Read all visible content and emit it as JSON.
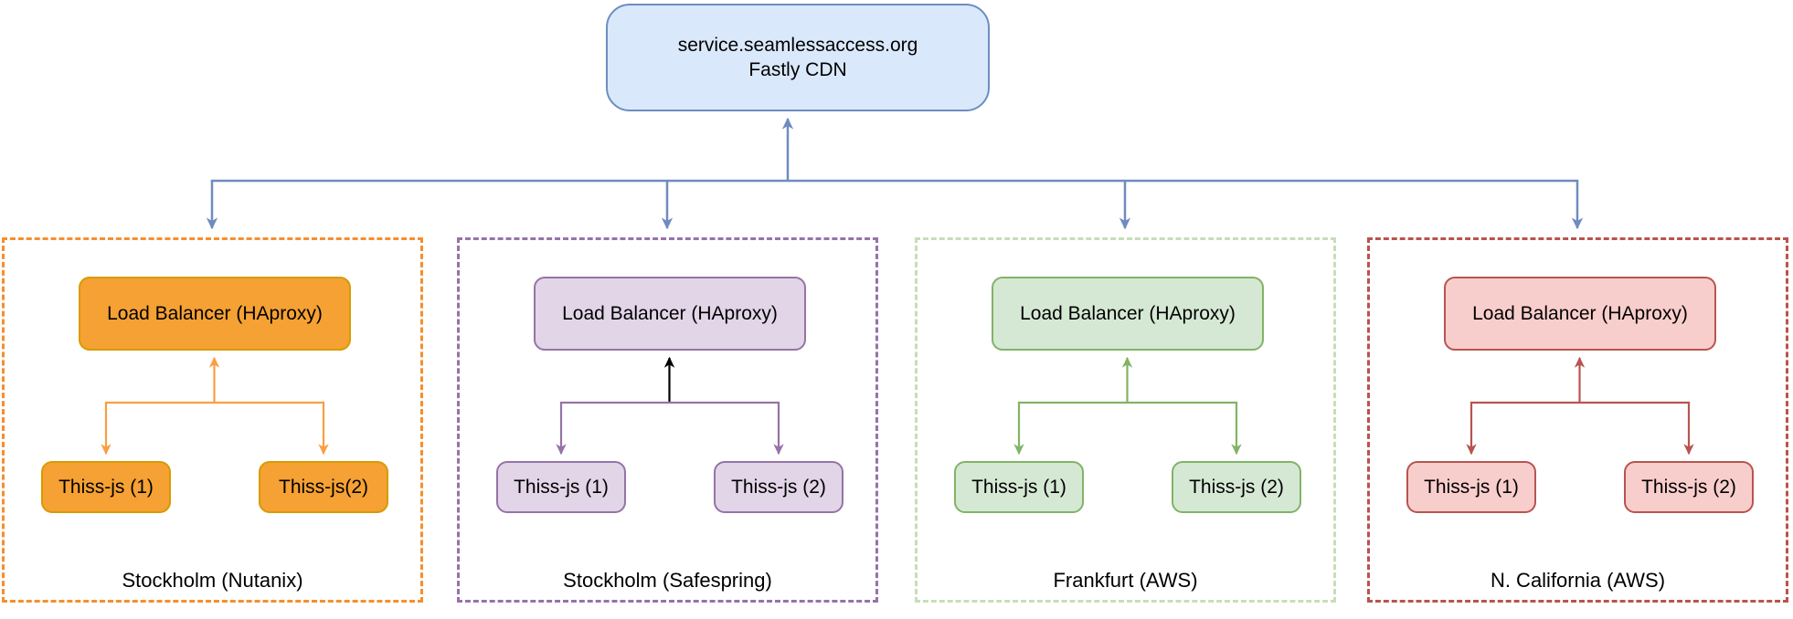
{
  "diagram": {
    "cdn": {
      "line1": "service.seamlessaccess.org",
      "line2": "Fastly CDN",
      "fill": "#DAE8FC",
      "stroke": "#6C8EBF"
    },
    "arrow_tree_color": "#6F8CC0",
    "regions": [
      {
        "name": "Stockholm (Nutanix)",
        "load_balancer": "Load Balancer (HAproxy)",
        "nodes": [
          "Thiss-js (1)",
          "Thiss-js(2)"
        ],
        "colors": {
          "fill": "#F5A133",
          "stroke": "#D79B00",
          "dashed_border": "#F78E2C",
          "arrows": "#FA9E42"
        }
      },
      {
        "name": "Stockholm (Safespring)",
        "load_balancer": "Load Balancer (HAproxy)",
        "nodes": [
          "Thiss-js (1)",
          "Thiss-js (2)"
        ],
        "colors": {
          "fill": "#E1D5E7",
          "stroke": "#9673A6",
          "dashed_border": "#9673A6",
          "arrows": "#9673A6",
          "stem_arrow": "#000000"
        }
      },
      {
        "name": "Frankfurt (AWS)",
        "load_balancer": "Load Balancer (HAproxy)",
        "nodes": [
          "Thiss-js (1)",
          "Thiss-js (2)"
        ],
        "colors": {
          "fill": "#D5E8D4",
          "stroke": "#82B366",
          "dashed_border": "#C6DEB8",
          "arrows": "#82B366"
        }
      },
      {
        "name": "N. California (AWS)",
        "load_balancer": "Load Balancer (HAproxy)",
        "nodes": [
          "Thiss-js (1)",
          "Thiss-js (2)"
        ],
        "colors": {
          "fill": "#F8CECC",
          "stroke": "#B85450",
          "dashed_border": "#B85450",
          "arrows": "#B85450"
        }
      }
    ]
  }
}
